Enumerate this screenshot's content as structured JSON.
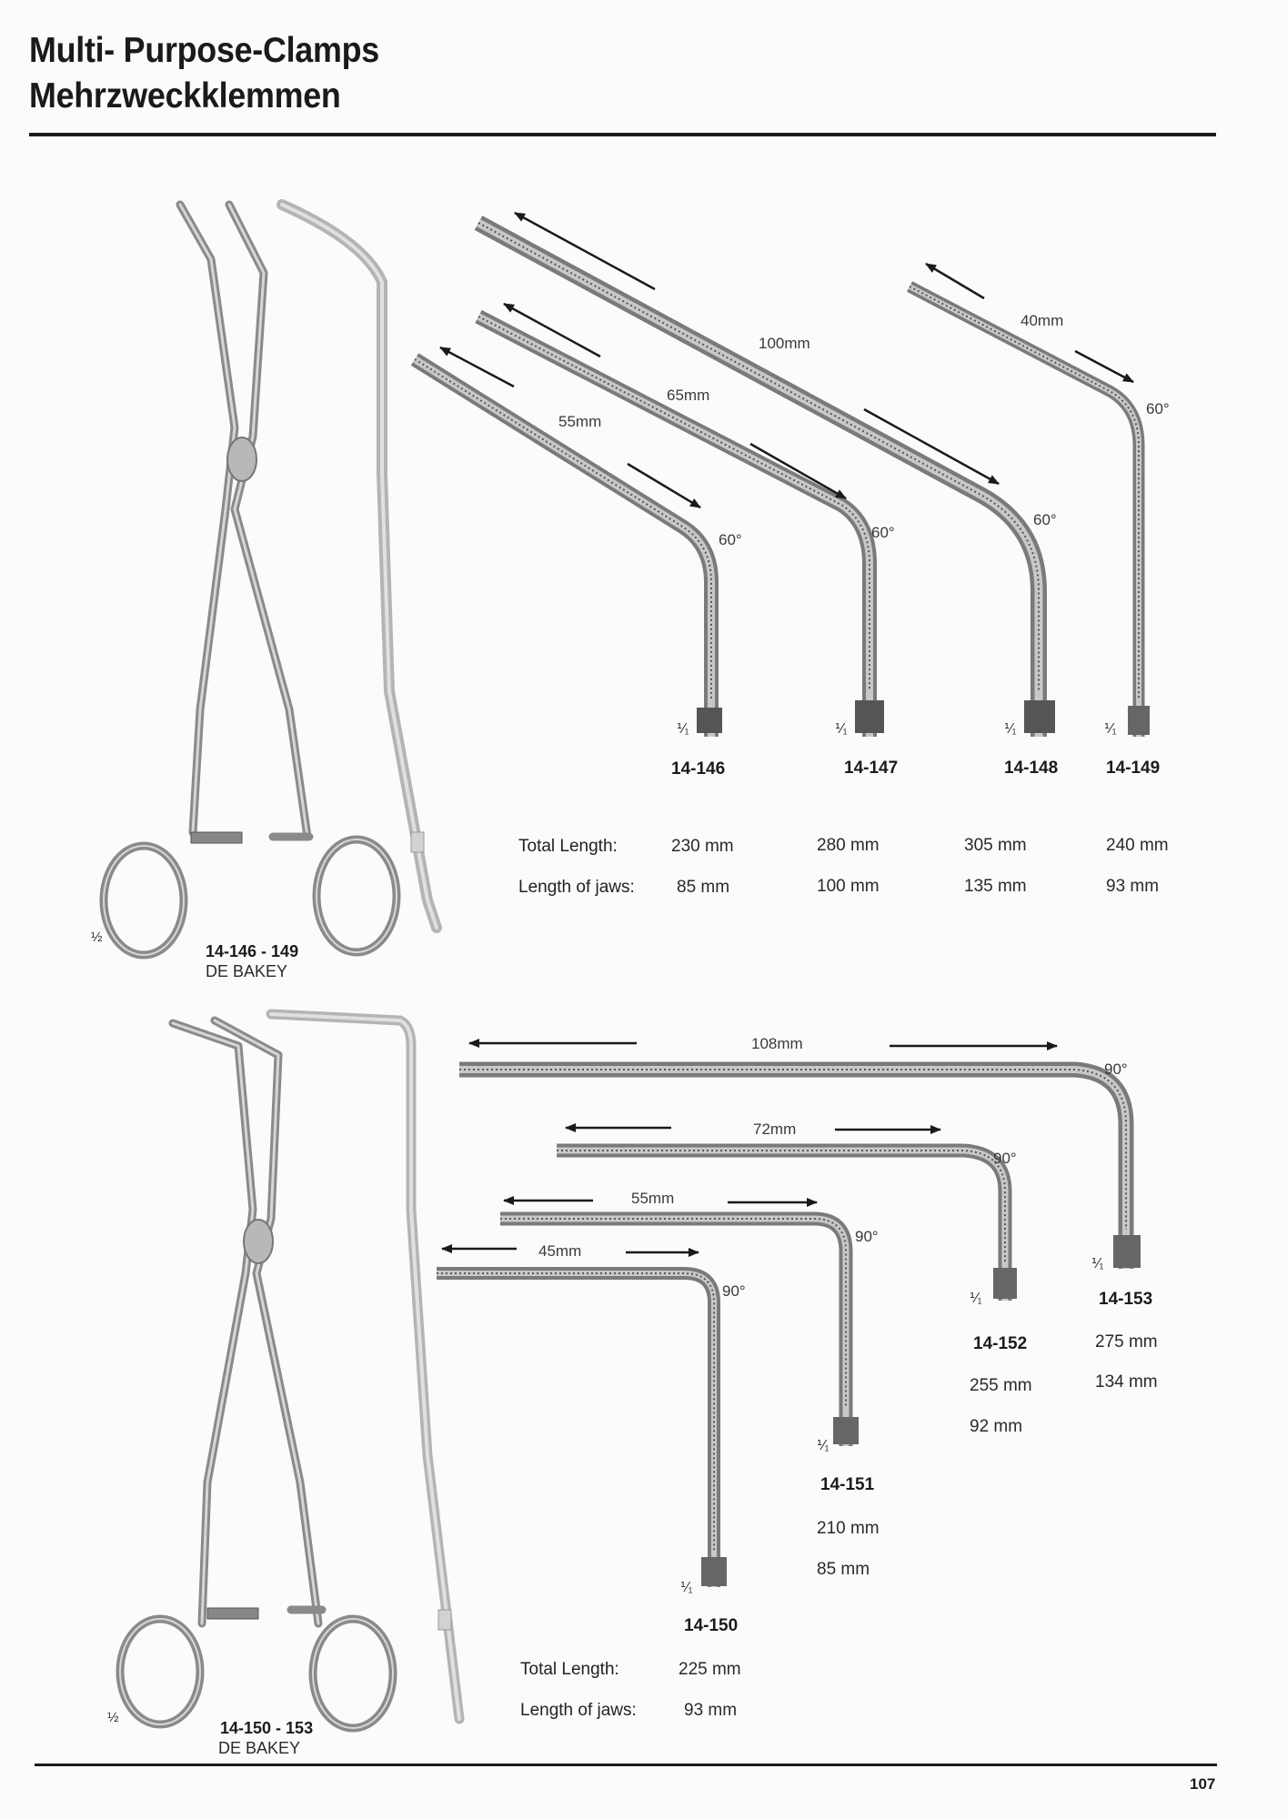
{
  "header": {
    "title_en": "Multi- Purpose-Clamps",
    "title_de": "Mehrzweckklemmen"
  },
  "labels": {
    "total_length": "Total Length:",
    "length_of_jaws": "Length of jaws:",
    "scale_half": "½",
    "scale_one": "⅟₁"
  },
  "section_top": {
    "range": "14-146 - 149",
    "name": "DE BAKEY",
    "angle": "60°",
    "products": [
      {
        "code": "14-146",
        "jaw_dim": "55mm",
        "total_length": "230 mm",
        "jaw_length": "85 mm"
      },
      {
        "code": "14-147",
        "jaw_dim": "65mm",
        "total_length": "280 mm",
        "jaw_length": "100 mm"
      },
      {
        "code": "14-148",
        "jaw_dim": "100mm",
        "total_length": "305 mm",
        "jaw_length": "135 mm"
      },
      {
        "code": "14-149",
        "jaw_dim": "40mm",
        "total_length": "240 mm",
        "jaw_length": "93 mm"
      }
    ]
  },
  "section_bottom": {
    "range": "14-150 - 153",
    "name": "DE BAKEY",
    "angle": "90°",
    "products": [
      {
        "code": "14-150",
        "jaw_dim": "45mm",
        "total_length": "225 mm",
        "jaw_length": "93 mm"
      },
      {
        "code": "14-151",
        "jaw_dim": "55mm",
        "total_length": "210 mm",
        "jaw_length": "85 mm"
      },
      {
        "code": "14-152",
        "jaw_dim": "72mm",
        "total_length": "255 mm",
        "jaw_length": "92 mm"
      },
      {
        "code": "14-153",
        "jaw_dim": "108mm",
        "total_length": "275 mm",
        "jaw_length": "134 mm"
      }
    ]
  },
  "footer": {
    "page_number": "107"
  }
}
